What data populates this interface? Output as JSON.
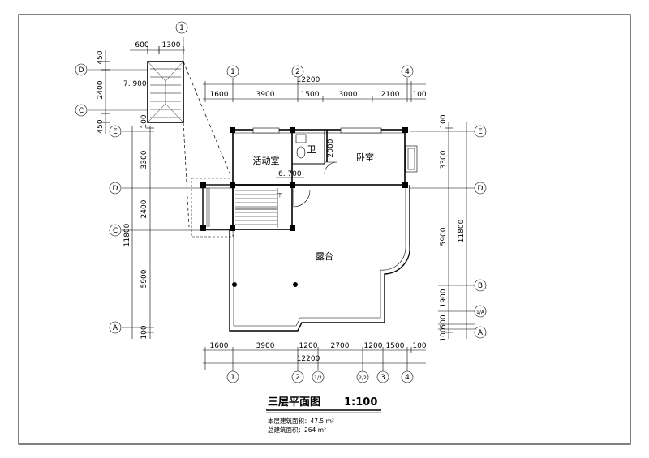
{
  "drawing": {
    "title": "三层平面图",
    "scale": "1:100",
    "notes": [
      "本层建筑面积：47.5 m²",
      "总建筑面积：264 m²"
    ]
  },
  "rooms": {
    "activity": "活动室",
    "bedroom": "卧室",
    "wc": "卫",
    "terrace": "露台",
    "elevation": "6. 700",
    "inset_elevation": "7. 900",
    "stair_down": "下",
    "wc_dim": "2000"
  },
  "top_dims": {
    "total": "12200",
    "segments": [
      "1600",
      "3900",
      "1500",
      "3000",
      "2100",
      "100"
    ]
  },
  "bottom_dims": {
    "total": "12200",
    "segments": [
      "1600",
      "3900",
      "1200",
      "2700",
      "1200",
      "1500",
      "100"
    ]
  },
  "left_dims": {
    "total": "11800",
    "segments": [
      "100",
      "3300",
      "2400",
      "5900",
      "100"
    ]
  },
  "right_dims": {
    "total": "11800",
    "segments": [
      "100",
      "3300",
      "5900",
      "1900",
      "500",
      "100"
    ]
  },
  "inset_dims": {
    "top": [
      "600",
      "1300"
    ],
    "left": [
      "450",
      "2400",
      "450"
    ]
  },
  "axes": {
    "top": [
      "1",
      "2",
      "4"
    ],
    "bottom": [
      "1",
      "2",
      "1/2",
      "2/2",
      "3",
      "4"
    ],
    "left": [
      "E",
      "D",
      "C",
      "A"
    ],
    "right": [
      "E",
      "D",
      "B",
      "1/A",
      "A"
    ],
    "inset_top": [
      "1"
    ],
    "inset_left": [
      "D",
      "C"
    ]
  }
}
